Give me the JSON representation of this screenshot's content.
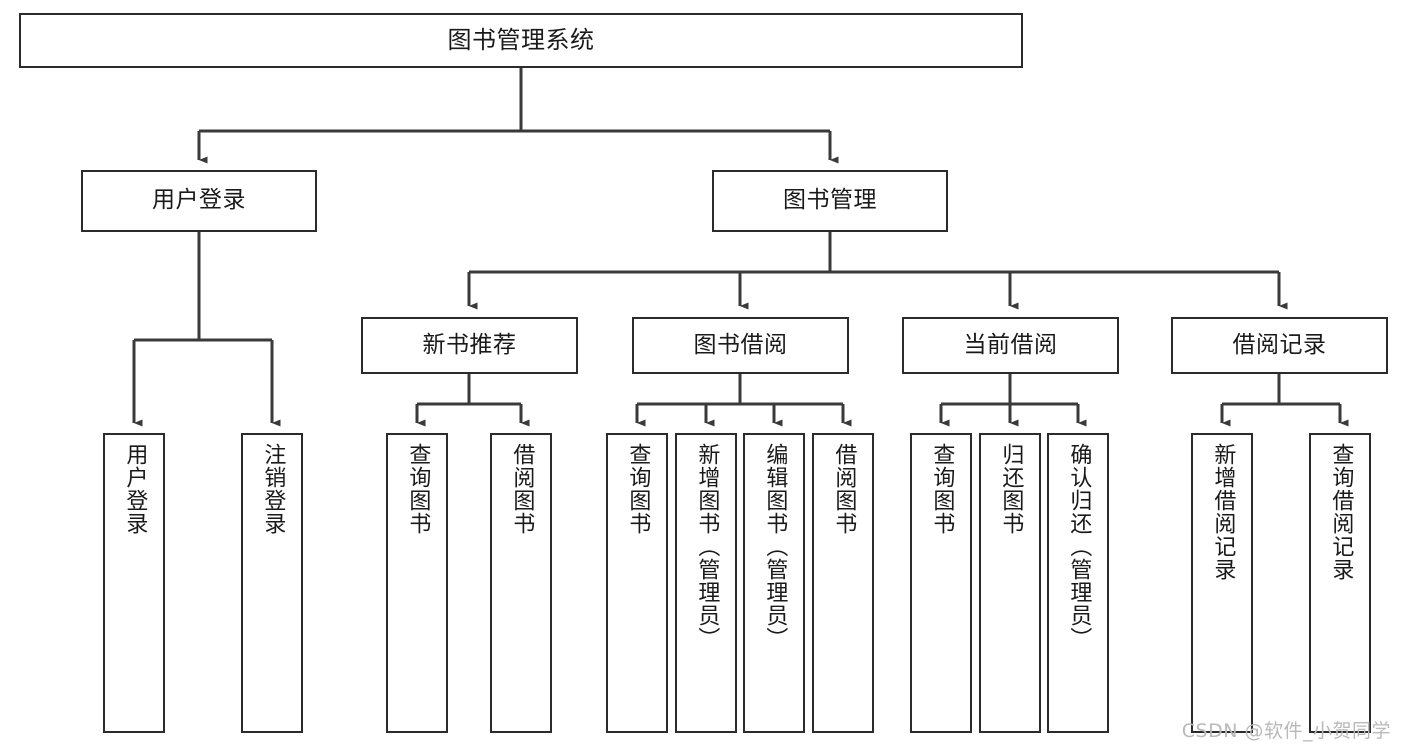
{
  "diagram": {
    "title": "图书管理系统",
    "type": "tree",
    "colors": {
      "box_border": "#2b2b2b",
      "box_fill": "#ffffff",
      "connector": "#3a3a3a",
      "text": "#1a1a1a",
      "watermark": "#b9b9b9",
      "background": "#ffffff"
    },
    "root": {
      "label": "图书管理系统"
    },
    "level2": [
      {
        "id": "user-login",
        "label": "用户登录"
      },
      {
        "id": "book-manage",
        "label": "图书管理"
      }
    ],
    "level3": [
      {
        "id": "new-book-recommend",
        "label": "新书推荐"
      },
      {
        "id": "book-borrow",
        "label": "图书借阅"
      },
      {
        "id": "current-borrow",
        "label": "当前借阅"
      },
      {
        "id": "borrow-record",
        "label": "借阅记录"
      }
    ],
    "leaves": [
      {
        "id": "leaf-user-login",
        "label": "用户登录",
        "parent": "user-login"
      },
      {
        "id": "leaf-logout-login",
        "label": "注销登录",
        "parent": "user-login"
      },
      {
        "id": "leaf-query-book-1",
        "label": "查询图书",
        "parent": "new-book-recommend"
      },
      {
        "id": "leaf-borrow-book-1",
        "label": "借阅图书",
        "parent": "new-book-recommend"
      },
      {
        "id": "leaf-query-book-2",
        "label": "查询图书",
        "parent": "book-borrow"
      },
      {
        "id": "leaf-add-book",
        "label": "新增图书（管理员）",
        "parent": "book-borrow"
      },
      {
        "id": "leaf-edit-book",
        "label": "编辑图书（管理员）",
        "parent": "book-borrow"
      },
      {
        "id": "leaf-borrow-book-2",
        "label": "借阅图书",
        "parent": "book-borrow"
      },
      {
        "id": "leaf-query-book-3",
        "label": "查询图书",
        "parent": "current-borrow"
      },
      {
        "id": "leaf-return-book",
        "label": "归还图书",
        "parent": "current-borrow"
      },
      {
        "id": "leaf-confirm-return",
        "label": "确认归还（管理员）",
        "parent": "current-borrow"
      },
      {
        "id": "leaf-add-record",
        "label": "新增借阅记录",
        "parent": "borrow-record"
      },
      {
        "id": "leaf-query-record",
        "label": "查询借阅记录",
        "parent": "borrow-record"
      }
    ],
    "watermark": "CSDN @软件_小贺同学"
  }
}
